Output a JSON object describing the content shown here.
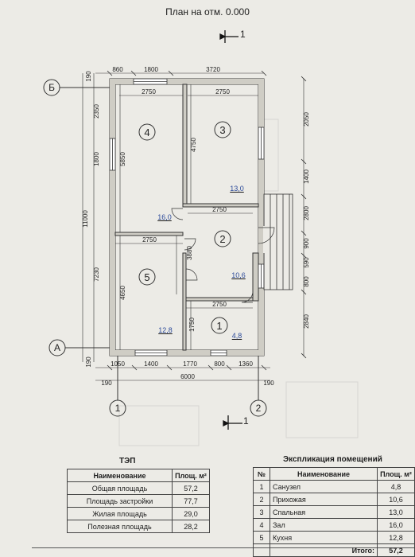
{
  "header": {
    "title": "План на отм. 0.000"
  },
  "section_mark": {
    "label": "1"
  },
  "axes": {
    "top": "Б",
    "bottom": "А",
    "left": "1",
    "right": "2"
  },
  "dims": {
    "top_segments": [
      "860",
      "1800",
      "3720"
    ],
    "top_left_edge": "190",
    "right_segments": [
      "2050",
      "1400",
      "2800",
      "900",
      "590",
      "800",
      "2840"
    ],
    "left_segments": [
      "2350",
      "1800",
      "7230"
    ],
    "left_total": "11000",
    "left_bottom_edge": "190",
    "bottom_segments": [
      "1050",
      "1400",
      "1770",
      "800",
      "1360"
    ],
    "bottom_total": "6000",
    "bottom_edge_left": "190",
    "bottom_edge_right": "190",
    "inner": {
      "room4_width": "2750",
      "room3_width": "2750",
      "room4_height": "5850",
      "room3_height": "4750",
      "hall_top": "2750",
      "room5_width": "2750",
      "partition": "3880",
      "room5_height": "4650",
      "room1_width": "2750",
      "room1_height": "1750"
    }
  },
  "rooms": [
    {
      "num": "4",
      "area": "16,0"
    },
    {
      "num": "3",
      "area": "13,0"
    },
    {
      "num": "2",
      "area": "10,6"
    },
    {
      "num": "5",
      "area": "12,8"
    },
    {
      "num": "1",
      "area": "4,8"
    }
  ],
  "tep": {
    "caption": "ТЭП",
    "headers": [
      "Наименование",
      "Площ. м²"
    ],
    "rows": [
      [
        "Общая площадь",
        "57,2"
      ],
      [
        "Площадь застройки",
        "77,7"
      ],
      [
        "Жилая площадь",
        "29,0"
      ],
      [
        "Полезная площадь",
        "28,2"
      ]
    ]
  },
  "explication": {
    "caption": "Экспликация помещений",
    "headers": [
      "№",
      "Наименование",
      "Площ. м²"
    ],
    "rows": [
      [
        "1",
        "Санузел",
        "4,8"
      ],
      [
        "2",
        "Прихожая",
        "10,6"
      ],
      [
        "3",
        "Спальная",
        "13,0"
      ],
      [
        "4",
        "Зал",
        "16,0"
      ],
      [
        "5",
        "Кухня",
        "12,8"
      ]
    ],
    "total_label": "Итого:",
    "total_value": "57,2"
  }
}
